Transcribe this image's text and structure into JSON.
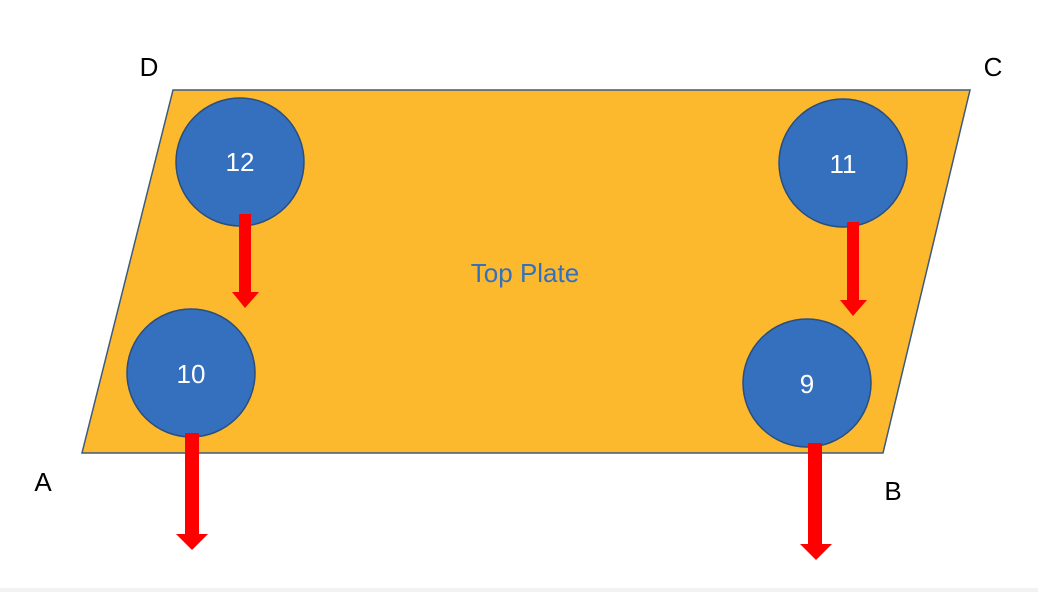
{
  "colors": {
    "plate_fill": "#FDB92E",
    "plate_stroke": "#3D5A80",
    "circle_fill": "#3470BE",
    "circle_stroke": "#2A4E7F",
    "arrow": "#FF0000",
    "title_text": "#3470BE"
  },
  "corners": {
    "a": "A",
    "b": "B",
    "c": "C",
    "d": "D"
  },
  "plate": {
    "title": "Top Plate"
  },
  "circles": {
    "c12": "12",
    "c11": "11",
    "c10": "10",
    "c9": "9"
  }
}
